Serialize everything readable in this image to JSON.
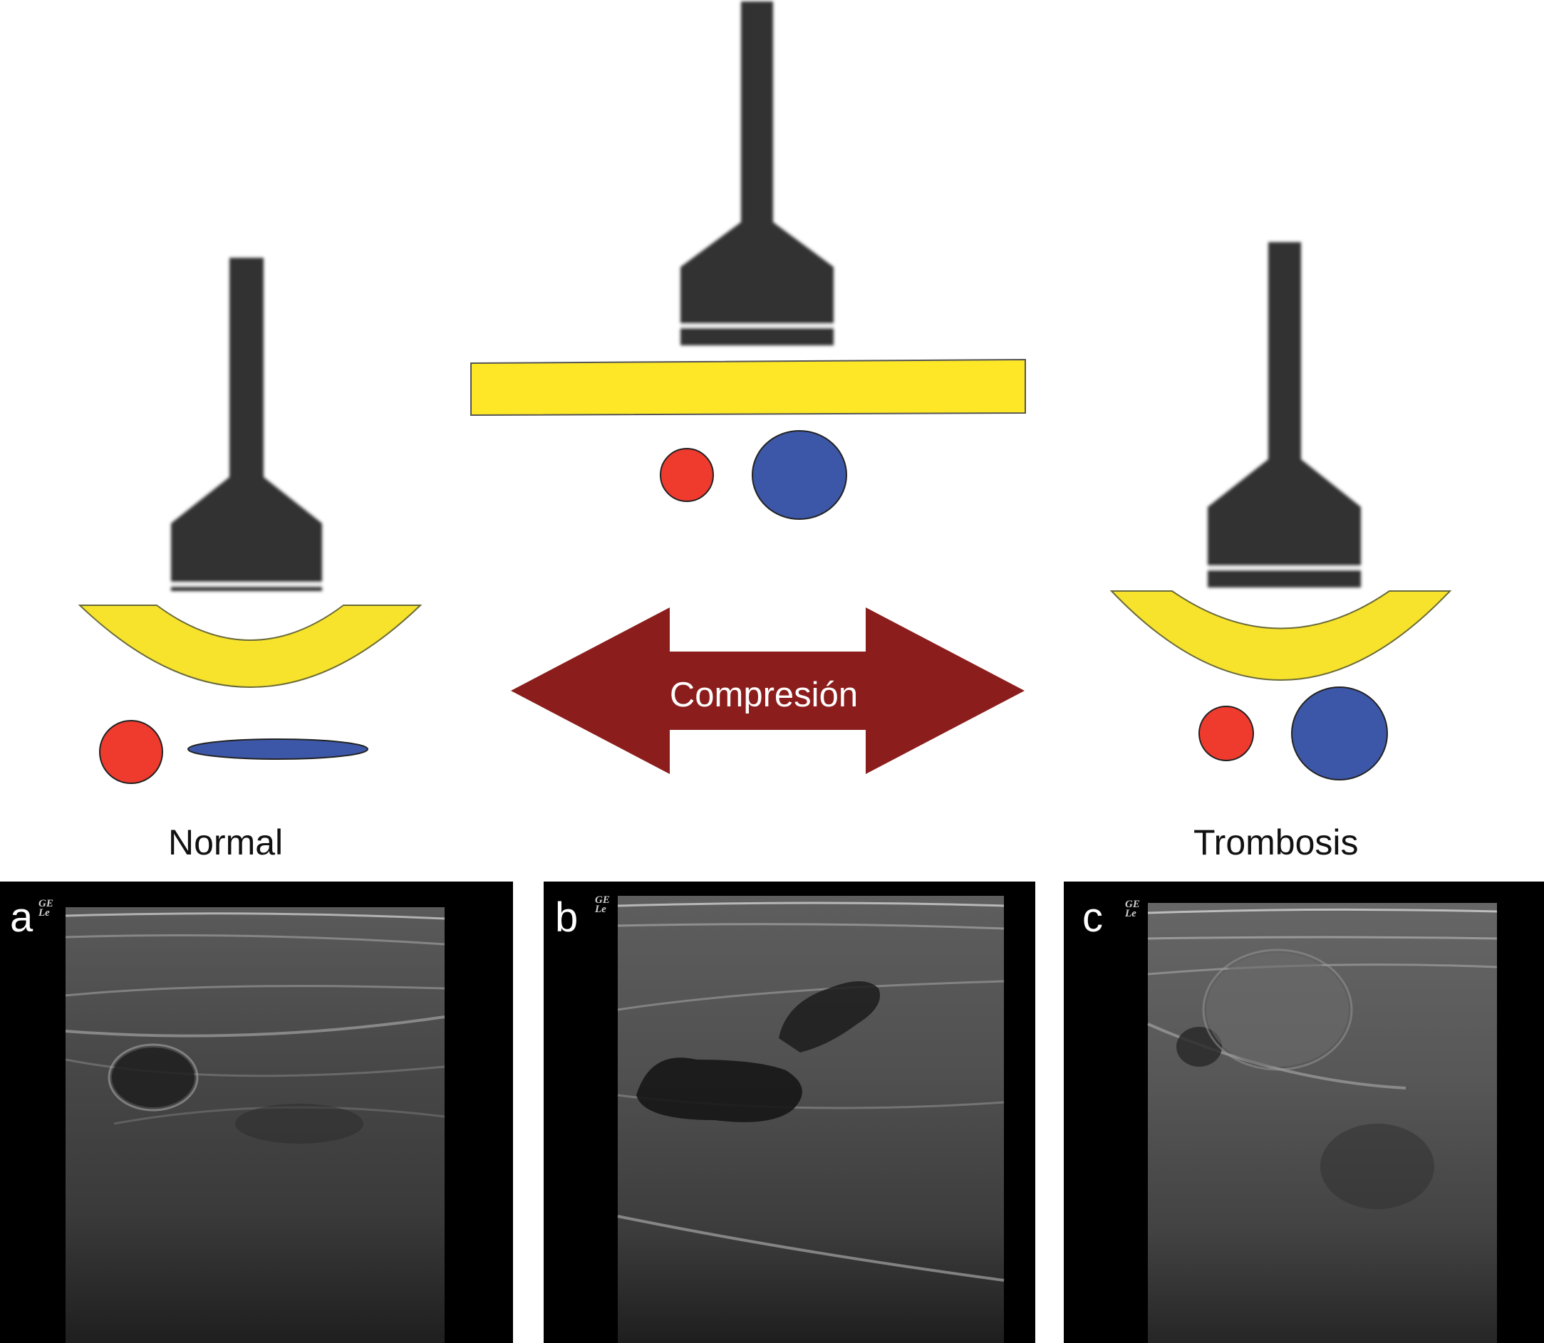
{
  "diagram": {
    "arrow_label": "Compresión",
    "colors": {
      "probe": "#333333",
      "tissue": "#f7e32b",
      "tissue_flat": "#fde726",
      "artery": "#ef3a2e",
      "vein": "#3d57a8",
      "arrow": "#8b1e1c",
      "arrow_text": "#ffffff"
    }
  },
  "captions": {
    "normal": "Normal",
    "thrombosis": "Trombosis"
  },
  "panels": [
    {
      "letter": "a",
      "logo_top": "GE",
      "logo_bottom": "Le"
    },
    {
      "letter": "b",
      "logo_top": "GE",
      "logo_bottom": "Le"
    },
    {
      "letter": "c",
      "logo_top": "GE",
      "logo_bottom": "Le"
    }
  ]
}
